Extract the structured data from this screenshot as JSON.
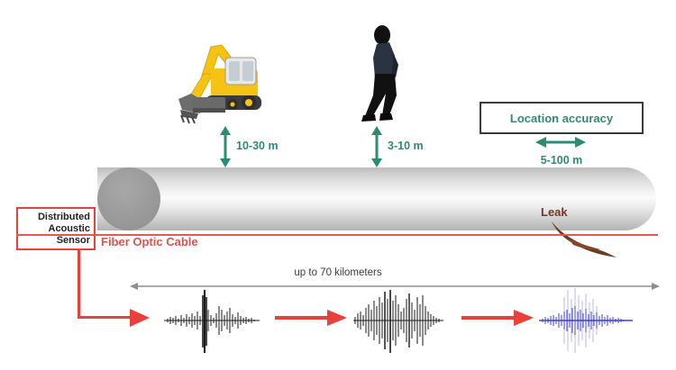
{
  "diagram": {
    "title": "Distributed Acoustic Sensing pipeline leak detection",
    "colors": {
      "teal": "#2e8b73",
      "red": "#e8403a",
      "fiber_red": "#d9534f",
      "leak_brown": "#6e3a22",
      "waveform_black": "#1a1a1a",
      "waveform_blue": "#4040c8",
      "scale_gray": "#8e8e8e",
      "box_border_dark": "#3a3a3a"
    }
  },
  "dimensions": {
    "excavator_depth": "10-30 m",
    "person_depth": "3-10 m",
    "location_accuracy_range": "5-100 m"
  },
  "labels": {
    "location_accuracy": "Location accuracy",
    "fiber_optic_cable": "Fiber Optic Cable",
    "leak": "Leak",
    "distance_scale": "up to 70 kilometers"
  },
  "das_box": {
    "line1": "Distributed",
    "line2": "Acoustic",
    "line3": "Sensor"
  },
  "icons": {
    "excavator": "excavator-icon",
    "person": "walking-person-icon",
    "leak_plume": "leak-plume-icon",
    "arrow_up_down": "double-arrow-vertical-icon",
    "arrow_left_right": "double-arrow-horizontal-icon",
    "signal_flow": "red-arrow-right-icon"
  },
  "waveforms": [
    {
      "name": "waveform-1",
      "color": "#1a1a1a",
      "description": "sparse impulse trace"
    },
    {
      "name": "waveform-2",
      "color": "#1a1a1a",
      "description": "dense burst trace"
    },
    {
      "name": "waveform-3",
      "color": "#4040c8",
      "description": "blue processed trace"
    }
  ]
}
